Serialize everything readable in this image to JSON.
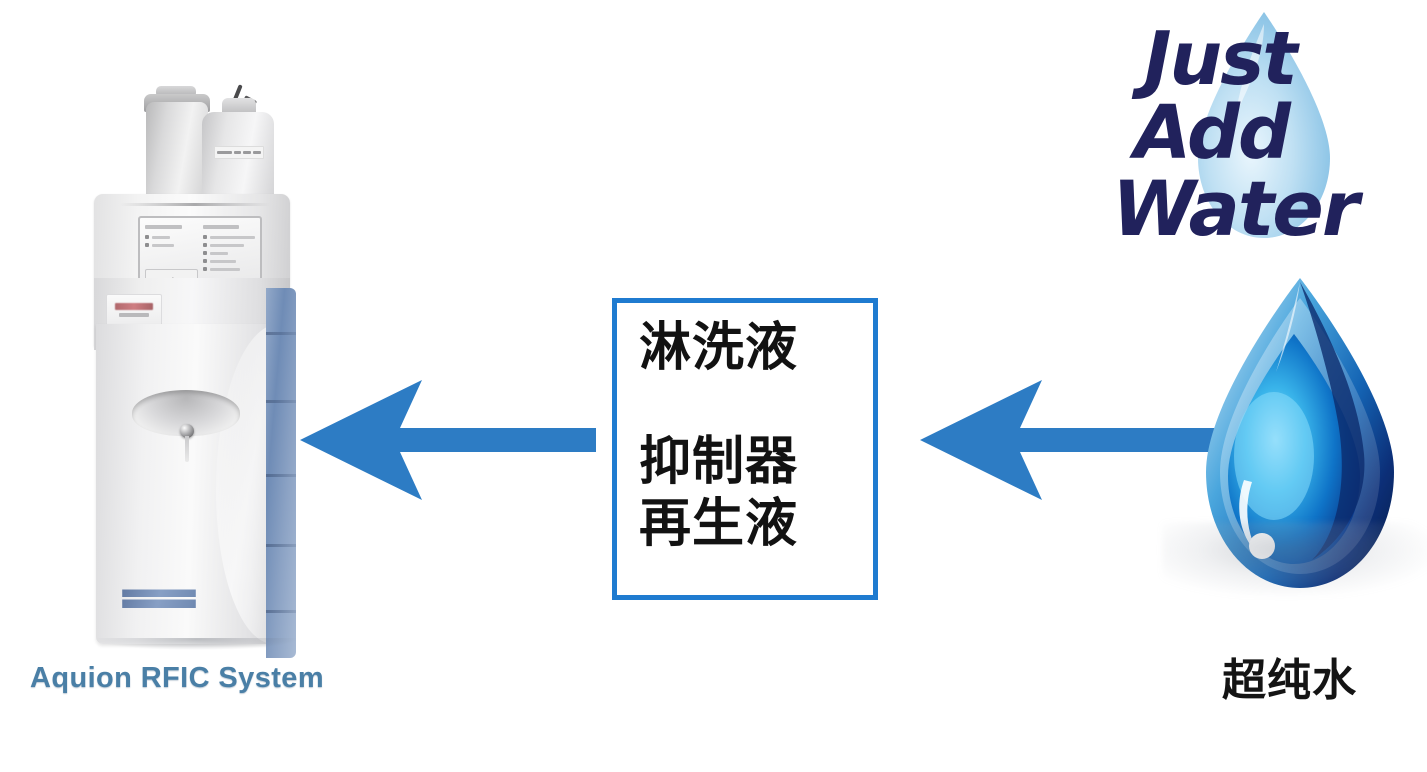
{
  "slide": {
    "background_color": "#ffffff",
    "accent_blue": "#2d7cc4",
    "box_border_color": "#1f7bd0",
    "caption_color": "#4a7fa6",
    "logo_text_color": "#21225c"
  },
  "instrument": {
    "caption": "Aquion RFIC System",
    "screen": {
      "left_header": "",
      "right_header": "",
      "button_label": "✓"
    },
    "side_panel_color": "#7f9abf",
    "bottles": [
      {
        "name": "eluent-bottle"
      },
      {
        "name": "regenerant-bottle"
      }
    ]
  },
  "arrows": [
    {
      "name": "arrow-left-instrument",
      "direction": "left",
      "color": "#2d7cc4"
    },
    {
      "name": "arrow-left-textbox",
      "direction": "left",
      "color": "#2d7cc4"
    }
  ],
  "textbox": {
    "line1": "淋洗液",
    "line2": "抑制器",
    "line3": "再生液",
    "border_color": "#1f7bd0",
    "text_color": "#121212"
  },
  "logo": {
    "line1": "Just",
    "line2": "Add",
    "line3": "Water",
    "color": "#21225c"
  },
  "water": {
    "caption": "超纯水",
    "caption_color": "#141414"
  }
}
